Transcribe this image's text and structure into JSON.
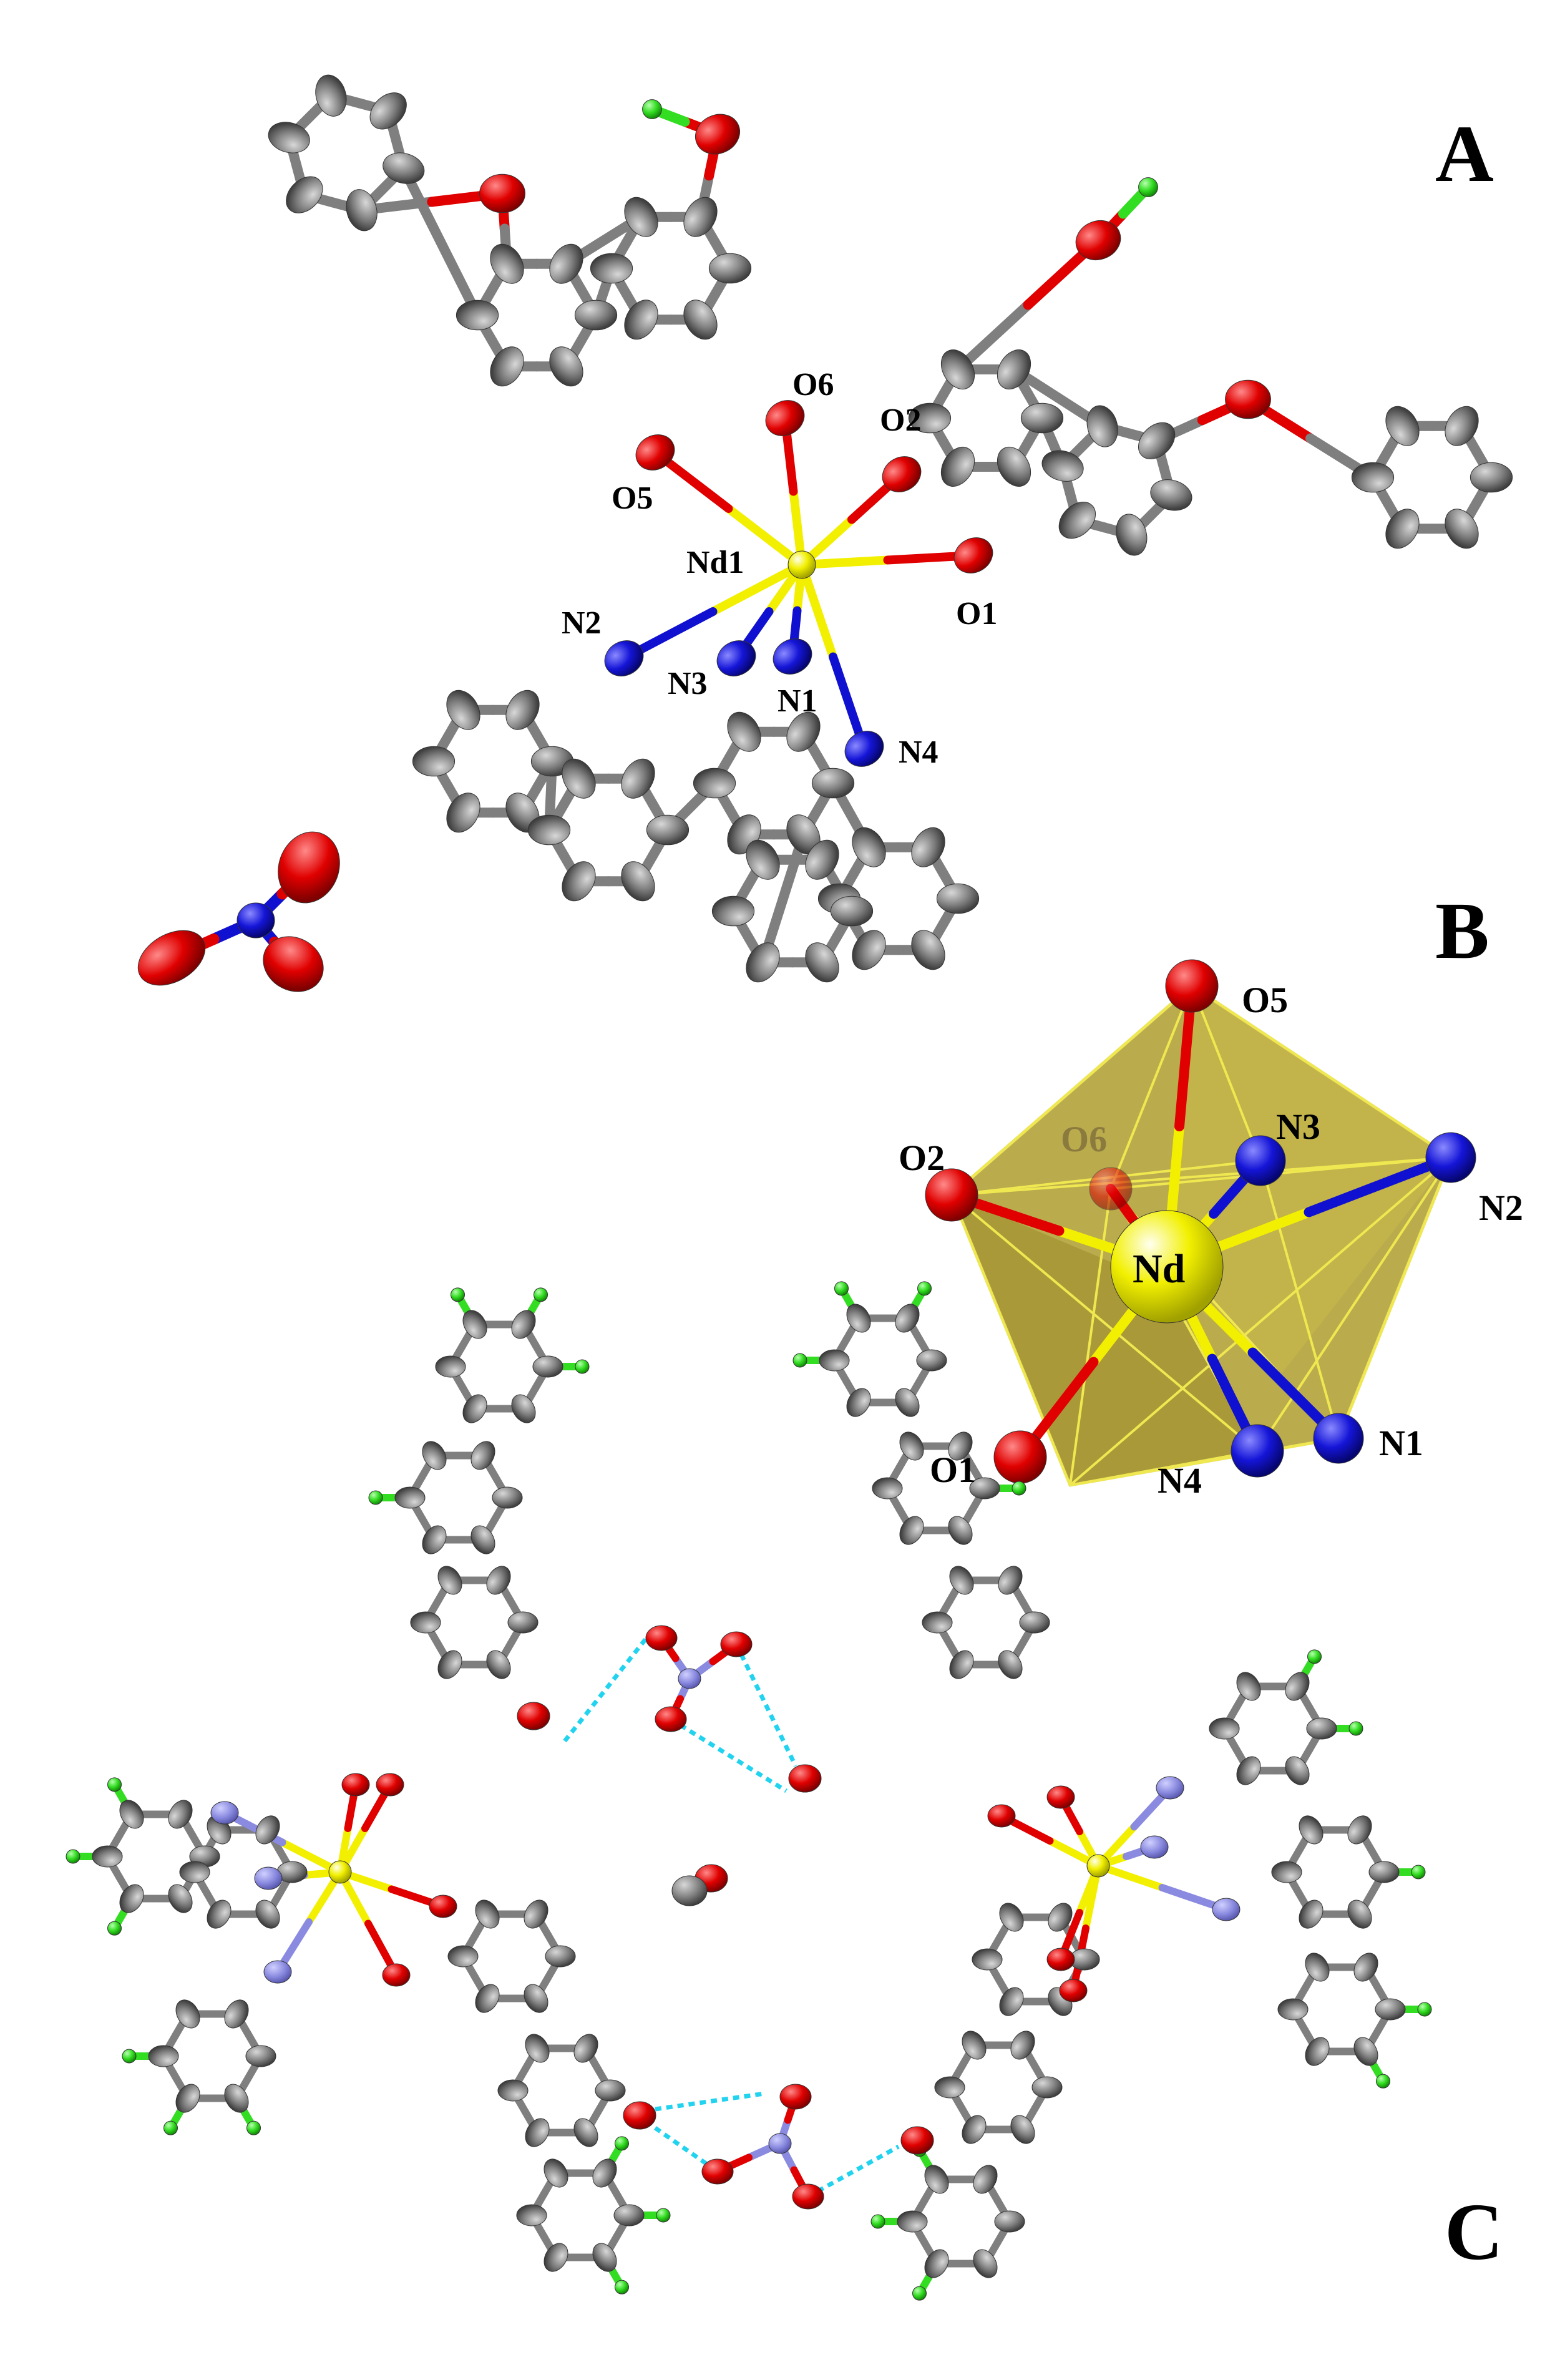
{
  "panels": {
    "a": "A",
    "b": "B",
    "c": "C"
  },
  "panel_a_atoms": {
    "o6": "O6",
    "o2": "O2",
    "o5": "O5",
    "nd1": "Nd1",
    "o1": "O1",
    "n2": "N2",
    "n3": "N3",
    "n1": "N1",
    "n4": "N4"
  },
  "panel_b_atoms": {
    "o5": "O5",
    "o6": "O6",
    "n3": "N3",
    "o2": "O2",
    "n2": "N2",
    "nd": "Nd",
    "o1": "O1",
    "n4": "N4",
    "n1": "N1"
  },
  "colors": {
    "carbon": "#7f7f7f",
    "oxygen": "#e00000",
    "nitrogen": "#1010d0",
    "neodymium": "#f2f000",
    "hydrogen": "#33dd22",
    "polyhedron": "#b5a43a",
    "hbond": "#22d3f0"
  }
}
